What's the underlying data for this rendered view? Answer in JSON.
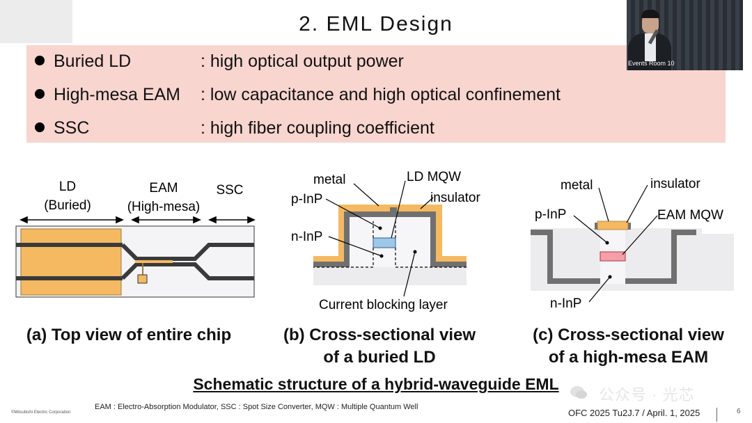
{
  "title": "2. EML Design",
  "features": [
    {
      "name": "Buried LD",
      "desc": ": high optical output power"
    },
    {
      "name": "High-mesa EAM",
      "desc": ": low capacitance and high optical confinement"
    },
    {
      "name": "SSC",
      "desc": ": high fiber coupling coefficient"
    }
  ],
  "video": {
    "label": "Events Room 10"
  },
  "figure_a": {
    "ld": "LD",
    "ld_sub": "(Buried)",
    "eam": "EAM",
    "eam_sub": "(High-mesa)",
    "ssc": "SSC",
    "label_line1": "(a) Top view of entire chip"
  },
  "figure_b": {
    "metal": "metal",
    "ld_mqw": "LD MQW",
    "p_inp": "p-InP",
    "insulator": "insulator",
    "n_inp": "n-InP",
    "cbl": "Current blocking layer",
    "label_line1": "(b) Cross-sectional view",
    "label_line2": "of a buried LD"
  },
  "figure_c": {
    "metal": "metal",
    "insulator": "insulator",
    "p_inp": "p-InP",
    "eam_mqw": "EAM MQW",
    "n_inp": "n-InP",
    "label_line1": "(c) Cross-sectional view",
    "label_line2": "of a high-mesa EAM"
  },
  "caption": "Schematic structure of a hybrid-waveguide EML",
  "footnote": "EAM : Electro-Absorption Modulator, SSC : Spot Size Converter, MQW : Multiple Quantum Well",
  "copyright": "©Mitsubishi Electric Corporation",
  "conference": "OFC 2025 Tu2J.7 / April. 1, 2025",
  "page_number": "6",
  "watermark": "公众号 · 光芯",
  "colors": {
    "box_fill": "#f8d5cf",
    "metal": "#f5b961",
    "layer_gray": "#707070",
    "substrate": "#ececee",
    "mqw_b": "#9ec8e8",
    "mqw_c": "#f5a0a8"
  }
}
